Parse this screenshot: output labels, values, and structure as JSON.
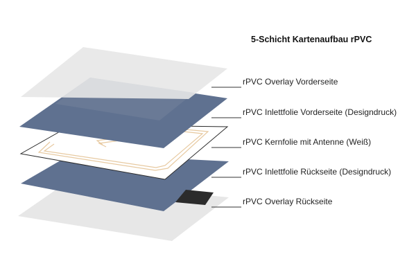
{
  "title": "5-Schicht Kartenaufbau rPVC",
  "layers": [
    {
      "label": "rPVC Overlay Vorderseite",
      "color": "#e7e7e7"
    },
    {
      "label": "rPVC Inlettfolie Vorderseite (Designdruck)",
      "color": "#5f7190"
    },
    {
      "label": "rPVC Kernfolie mit Antenne (Weiß)",
      "color": "#ffffff"
    },
    {
      "label": "rPVC Inlettfolie Rückseite (Designdruck)",
      "color": "#5f7190"
    },
    {
      "label": "rPVC Overlay Rückseite",
      "color": "#e7e7e7"
    }
  ],
  "colors": {
    "antenna": "#e7c9a0",
    "magnetic_stripe": "#2b2b2b",
    "leader_line": "#333333"
  }
}
